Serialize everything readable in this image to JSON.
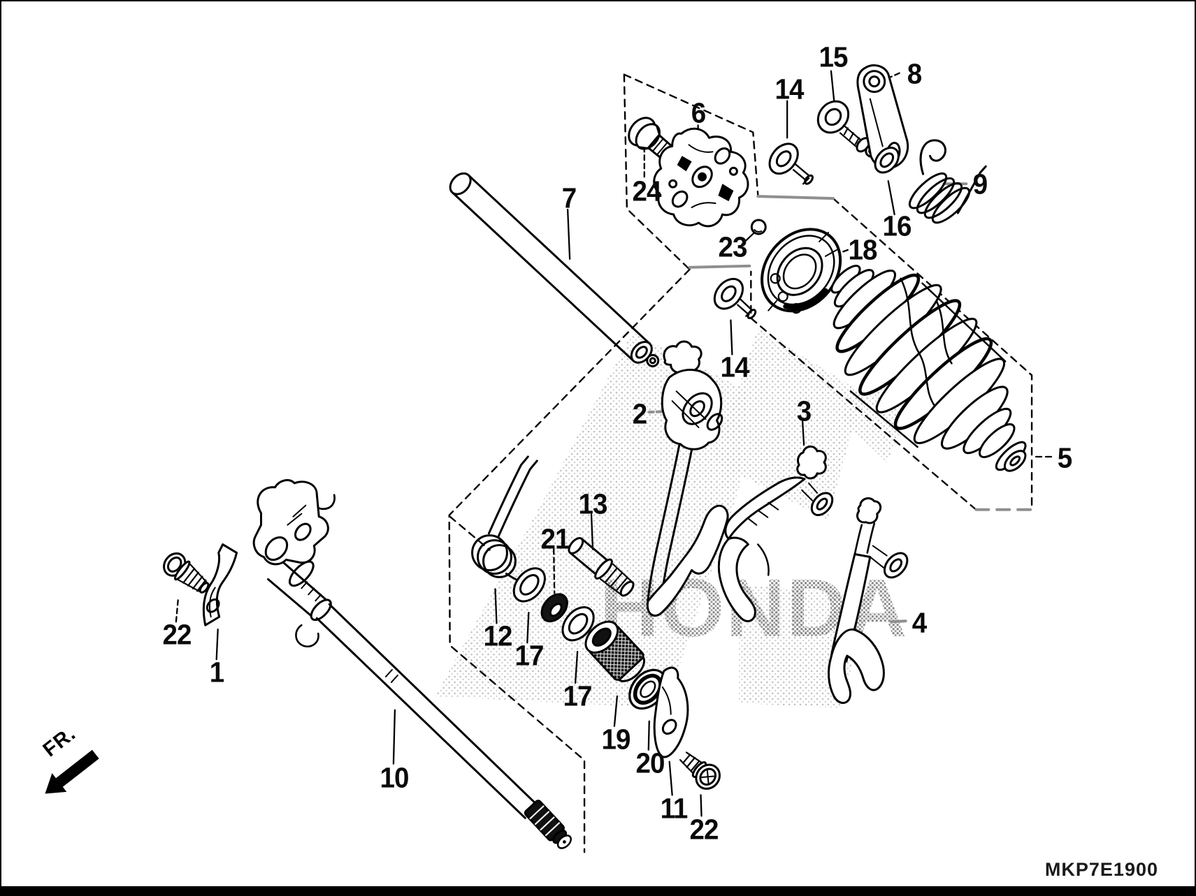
{
  "document": {
    "type": "exploded-parts-diagram",
    "title_code": "MKP7E1900",
    "direction_label": "FR."
  },
  "watermark": {
    "text": "HONDA"
  },
  "colors": {
    "ink": "#000000",
    "gray_leader": "#8f8f8f",
    "halftone": "#8a8a8a"
  },
  "callouts": [
    {
      "label": "15"
    },
    {
      "label": "8"
    },
    {
      "label": "14"
    },
    {
      "label": "6"
    },
    {
      "label": "9"
    },
    {
      "label": "24"
    },
    {
      "label": "7"
    },
    {
      "label": "16"
    },
    {
      "label": "23"
    },
    {
      "label": "18"
    },
    {
      "label": "14"
    },
    {
      "label": "2"
    },
    {
      "label": "3"
    },
    {
      "label": "5"
    },
    {
      "label": "13"
    },
    {
      "label": "21"
    },
    {
      "label": "12"
    },
    {
      "label": "17"
    },
    {
      "label": "4"
    },
    {
      "label": "17"
    },
    {
      "label": "19"
    },
    {
      "label": "20"
    },
    {
      "label": "1"
    },
    {
      "label": "22"
    },
    {
      "label": "10"
    },
    {
      "label": "11"
    },
    {
      "label": "22"
    }
  ]
}
